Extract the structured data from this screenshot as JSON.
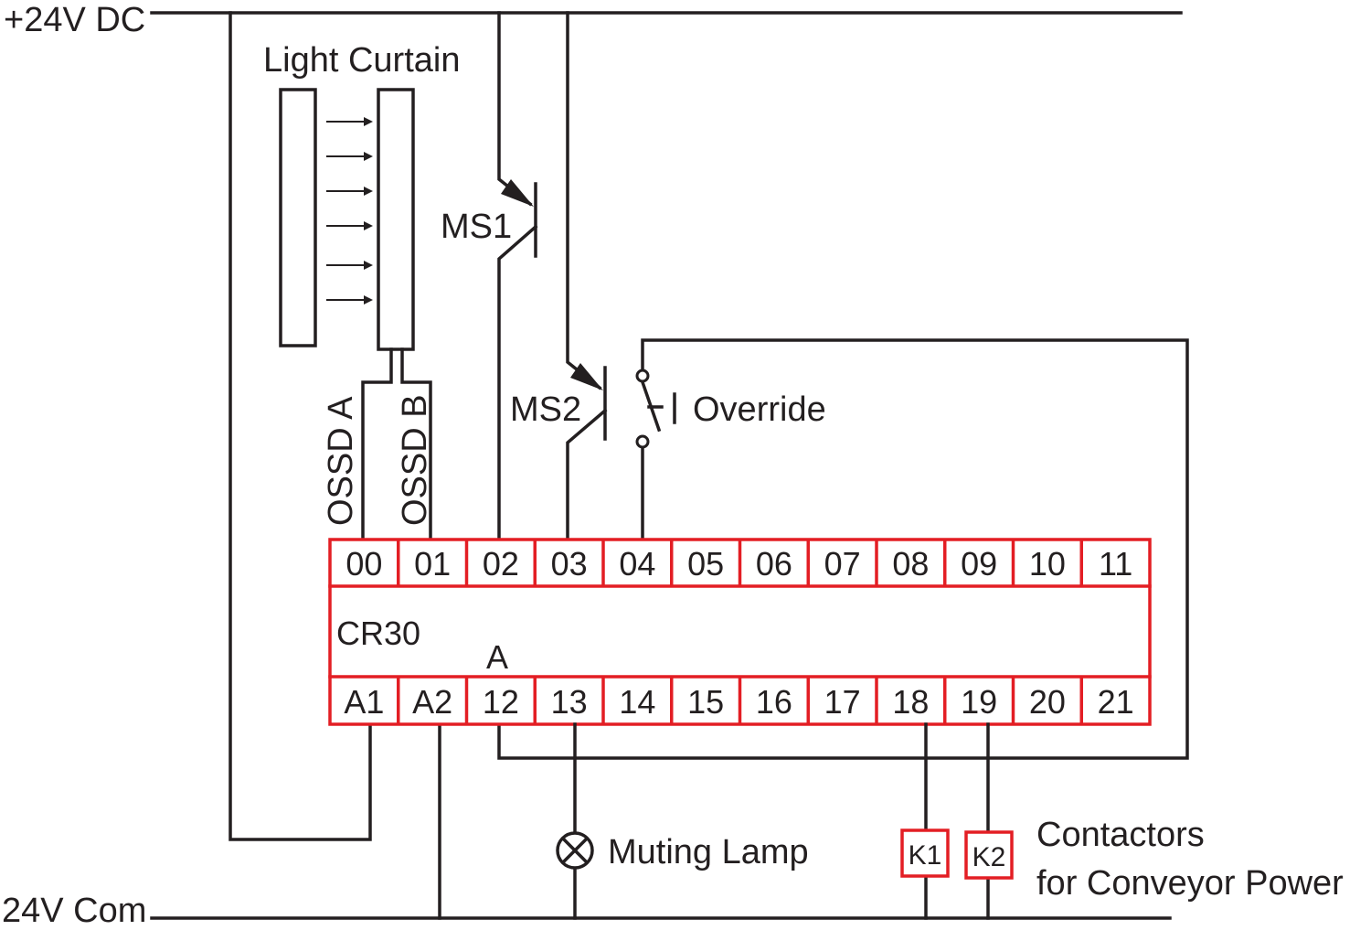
{
  "rails": {
    "positive": "+24V DC",
    "common": "24V Com"
  },
  "light_curtain": {
    "title": "Light Curtain",
    "ossd_a": "OSSD A",
    "ossd_b": "OSSD B"
  },
  "sensors": {
    "ms1": "MS1",
    "ms2": "MS2"
  },
  "override": {
    "label": "Override"
  },
  "controller": {
    "name": "CR30",
    "marker": "A",
    "top_terminals": [
      "00",
      "01",
      "02",
      "03",
      "04",
      "05",
      "06",
      "07",
      "08",
      "09",
      "10",
      "11"
    ],
    "bottom_terminals": [
      "A1",
      "A2",
      "12",
      "13",
      "14",
      "15",
      "16",
      "17",
      "18",
      "19",
      "20",
      "21"
    ]
  },
  "outputs": {
    "lamp": "Muting Lamp",
    "k1": "K1",
    "k2": "K2",
    "contactors_line1": "Contactors",
    "contactors_line2": "for Conveyor Power"
  },
  "colors": {
    "ink": "#231f20",
    "terminal_red": "#e31e24"
  }
}
